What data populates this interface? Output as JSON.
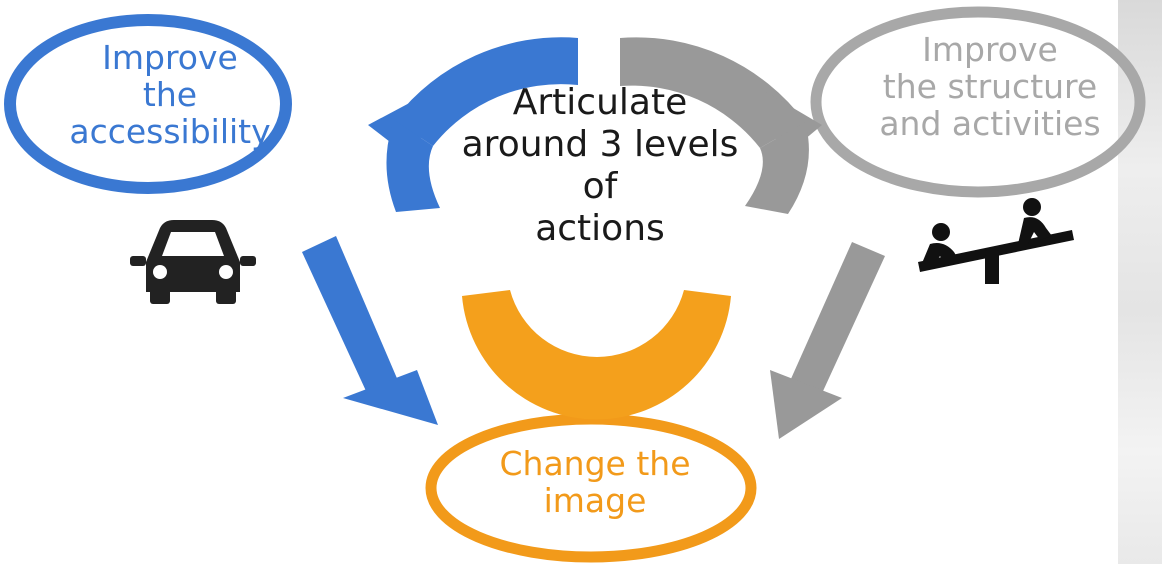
{
  "nodes": {
    "accessibility": {
      "lines": [
        "Improve",
        "the",
        "accessibility"
      ],
      "color": "#3a78d2",
      "icon": "car-icon"
    },
    "structure": {
      "lines": [
        "Improve",
        "the structure",
        "and activities"
      ],
      "color": "#a8a8a8",
      "icon": "seesaw-icon"
    },
    "center": {
      "lines": [
        "Articulate",
        "around 3 levels",
        "of",
        "actions"
      ],
      "color": "#1a1a1a"
    },
    "image": {
      "lines": [
        "Change the",
        "image"
      ],
      "color": "#f29a1a"
    }
  },
  "colors": {
    "blue": "#3a78d2",
    "gray": "#999999",
    "orange": "#f4a01c",
    "icon": "#222222"
  }
}
